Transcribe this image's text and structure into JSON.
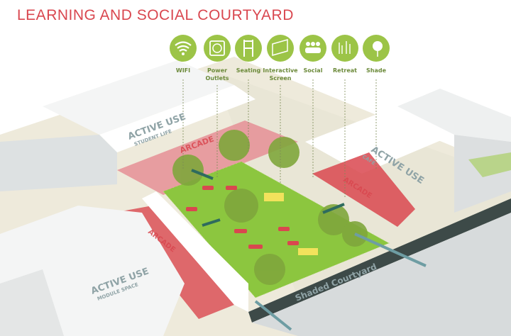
{
  "title": "LEARNING AND SOCIAL COURTYARD",
  "amenities": [
    {
      "label": "WIFI",
      "icon": "wifi-icon"
    },
    {
      "label": "Power",
      "label2": "Outlets",
      "icon": "power-outlet-icon"
    },
    {
      "label": "Seating",
      "icon": "chair-icon"
    },
    {
      "label": "Interactive",
      "label2": "Screen",
      "icon": "interactive-screen-icon"
    },
    {
      "label": "Social",
      "icon": "people-group-icon"
    },
    {
      "label": "Retreat",
      "icon": "retreat-icon"
    },
    {
      "label": "Shade",
      "icon": "tree-shade-icon"
    }
  ],
  "zones": {
    "student_life": {
      "title": "ACTIVE USE",
      "sub": "STUDENT LIFE"
    },
    "cafe": {
      "title": "ACTIVE USE",
      "sub": "CAFE"
    },
    "module": {
      "title": "ACTIVE USE",
      "sub": "MODULE SPACE"
    },
    "arcade": "ARCADE",
    "courtyard": "Shaded Courtyard"
  },
  "colors": {
    "title": "#d9474f",
    "icon_green": "#9cc447",
    "grass": "#8cc63f",
    "arcade_red": "#d9474f",
    "label_grey": "#8fa3a6"
  }
}
